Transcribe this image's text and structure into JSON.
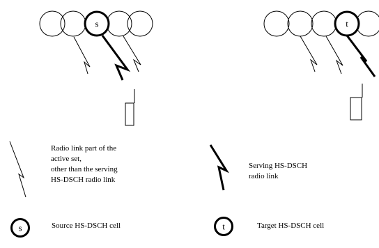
{
  "diagram": {
    "source_cell_letter": "s",
    "target_cell_letter": "t"
  },
  "legend": {
    "non_serving_link_text": "Radio link part of the\nactive set,\nother than the serving\nHS-DSCH radio link",
    "serving_link_text": "Serving HS-DSCH\nradio link",
    "source_cell_letter": "s",
    "source_cell_text": "Source HS-DSCH cell",
    "target_cell_letter": "t",
    "target_cell_text": "Target HS-DSCH cell"
  }
}
